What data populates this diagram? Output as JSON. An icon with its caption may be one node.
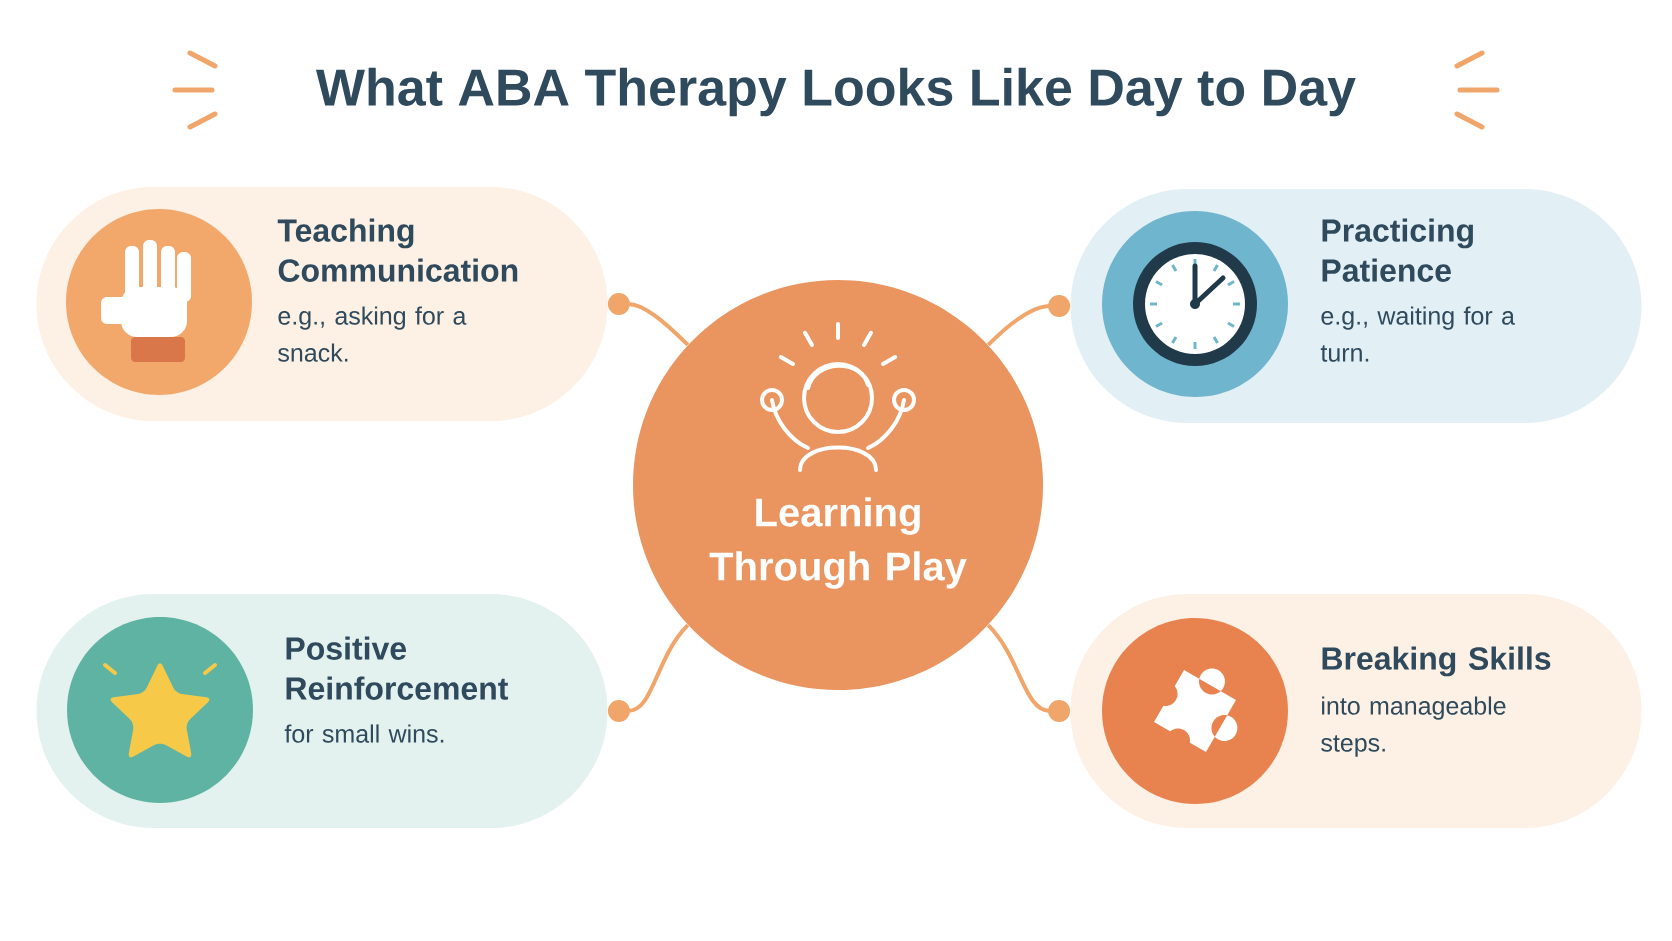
{
  "diagram": {
    "title": "What ABA Therapy Looks Like Day to Day",
    "nodes": [
      {
        "text": [
          "Learning Through Play"
        ]
      },
      {
        "text": [
          "Teaching Communication",
          "e.g., asking for a snack."
        ]
      },
      {
        "text": [
          "Practicing Patience",
          "e.g., waiting for a turn."
        ]
      },
      {
        "text": [
          "Positive Reinforcement",
          "for small wins."
        ]
      },
      {
        "text": [
          "Breaking Skills",
          "into manageable steps."
        ]
      }
    ],
    "edges": [
      {
        "from": 0,
        "to": 1,
        "arrow": "other"
      },
      {
        "from": 0,
        "to": 2,
        "arrow": "other"
      },
      {
        "from": 0,
        "to": 3,
        "arrow": "other"
      },
      {
        "from": 0,
        "to": 4,
        "arrow": "other"
      }
    ]
  }
}
